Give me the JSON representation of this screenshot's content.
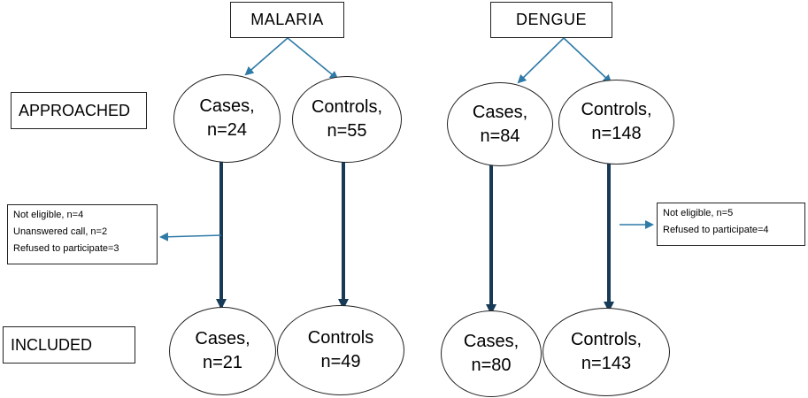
{
  "headers": {
    "malaria": "MALARIA",
    "dengue": "DENGUE"
  },
  "stages": {
    "approached": "APPROACHED",
    "included": "INCLUDED"
  },
  "malaria": {
    "approached": {
      "cases": {
        "label": "Cases,",
        "n": "n=24"
      },
      "controls": {
        "label": "Controls,",
        "n": "n=55"
      }
    },
    "included": {
      "cases": {
        "label": "Cases,",
        "n": "n=21"
      },
      "controls": {
        "label": "Controls",
        "n": "n=49"
      }
    },
    "exclusions": [
      "Not eligible, n=4",
      "Unanswered call, n=2",
      "Refused to participate=3"
    ]
  },
  "dengue": {
    "approached": {
      "cases": {
        "label": "Cases,",
        "n": "n=84"
      },
      "controls": {
        "label": "Controls,",
        "n": "n=148"
      }
    },
    "included": {
      "cases": {
        "label": "Cases,",
        "n": "n=80"
      },
      "controls": {
        "label": "Controls,",
        "n": "n=143"
      }
    },
    "exclusions": [
      "Not eligible, n=5",
      "Refused to participate=4"
    ]
  },
  "colors": {
    "arrow_blue": "#2f7aa6",
    "arrow_dark": "#173a57"
  }
}
